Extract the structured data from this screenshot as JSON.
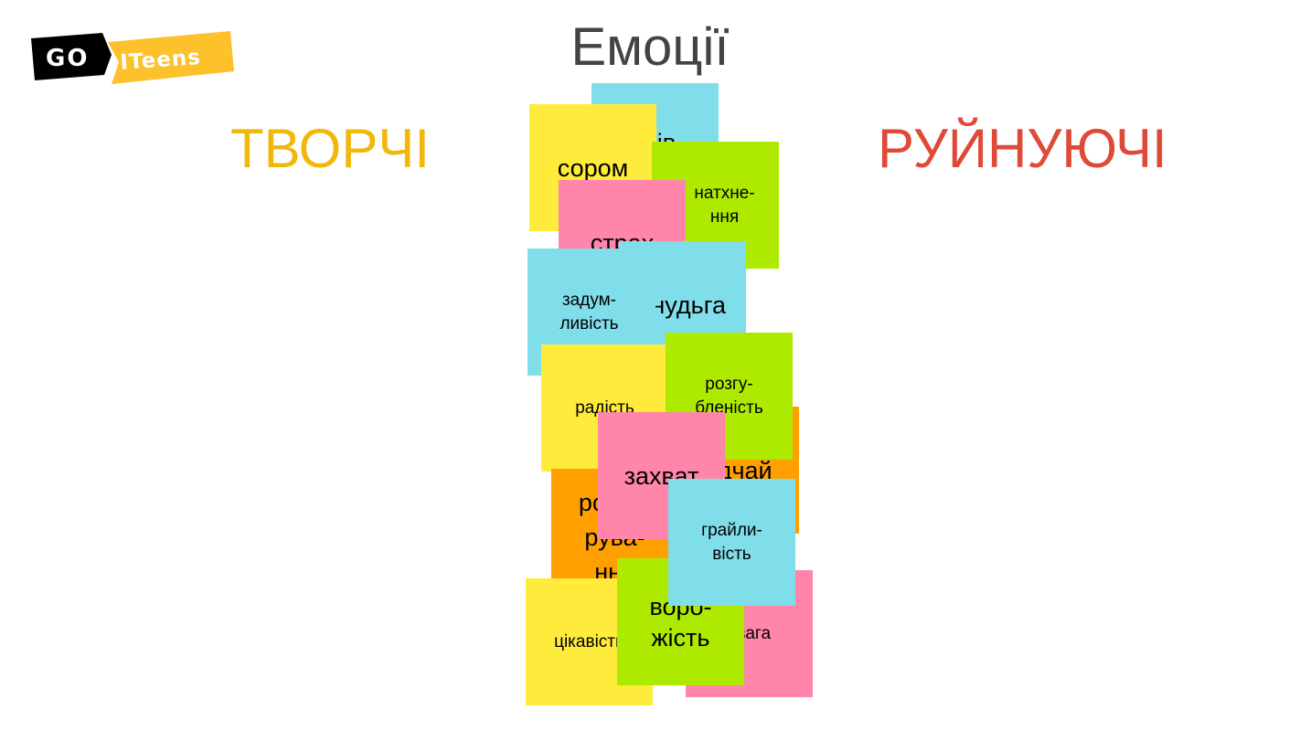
{
  "logo": {
    "left_text": "GO",
    "right_text": "ITeens"
  },
  "title": "Емоції",
  "headings": {
    "left": "ТВОРЧІ",
    "right": "РУЙНУЮЧІ"
  },
  "colors": {
    "blue": "#80deea",
    "yellow": "#ffeb3b",
    "green": "#aeea00",
    "pink": "#ff85aa",
    "orange": "#ffa000",
    "left_heading": "#f1b80c",
    "right_heading": "#de4a37",
    "title": "#434343"
  },
  "notes": {
    "blue_top": "гнів",
    "sorom": "сором",
    "natkhnennia": "натхне-\nння",
    "strakh": "страх",
    "nudhha": "нудьга",
    "zadumlyvist": "задум-\nливість",
    "radist": "радість",
    "vidchai": "відчай",
    "rozgublenist": "розгу-\nбленість",
    "zakhvat": "захват",
    "rozcharuvannia": "розча-\nрува-\nння",
    "hrailyvist": "грайли-\nвість",
    "uvaha": "увага",
    "tsikavist": "цікавість",
    "vorozhist": "воро-\nжість"
  }
}
